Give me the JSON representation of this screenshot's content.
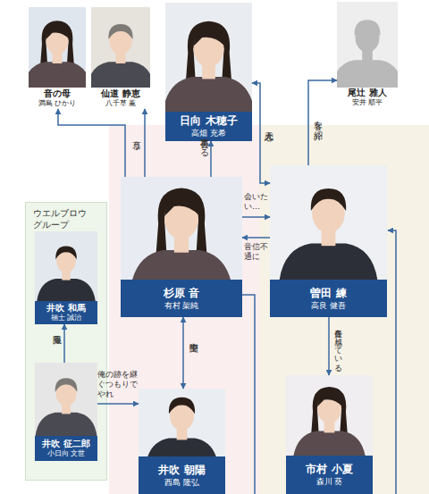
{
  "diagram": {
    "nodes": [
      {
        "text": [
          "音の母",
          "満島 ひかり"
        ]
      },
      {
        "text": [
          "仙道 静恵",
          "八千草 薫"
        ]
      },
      {
        "text": [
          "日向 木穂子",
          "高畑 充希"
        ]
      },
      {
        "text": [
          "尾辻 雅人",
          "安井 順平"
        ]
      },
      {
        "text": [
          "杉原 音",
          "有村 架純"
        ]
      },
      {
        "text": [
          "曽田 練",
          "高良 健吾"
        ]
      },
      {
        "text": [
          "ウエルブロウ グループ"
        ]
      },
      {
        "text": [
          "井吹 和馬",
          "福士 誠治"
        ],
        "in": 6
      },
      {
        "text": [
          "井吹 征二郎",
          "小日向 文世"
        ],
        "in": 6
      },
      {
        "text": [
          "井吹 朝陽",
          "西島 隆弘"
        ]
      },
      {
        "text": [
          "市村 小夏",
          "森川 葵"
        ]
      }
    ],
    "edges": [
      {
        "from": 4,
        "to": 0,
        "arrow": "to"
      },
      {
        "from": 4,
        "to": 1,
        "label": "慕う",
        "arrow": "to"
      },
      {
        "from": 4,
        "to": 2,
        "label": "再会する",
        "arrow": "to"
      },
      {
        "from": 2,
        "to": 5,
        "label": "元恋人",
        "arrow": "both"
      },
      {
        "from": 5,
        "to": 3,
        "label": "客を紹介",
        "arrow": "to"
      },
      {
        "from": 4,
        "to": 5,
        "label": "会いたい…",
        "arrow": "to"
      },
      {
        "from": 5,
        "to": 4,
        "label": "音信不通に",
        "arrow": "to"
      },
      {
        "from": 4,
        "to": 9,
        "label": "交際中",
        "arrow": "both"
      },
      {
        "from": 8,
        "to": 7,
        "label": "見限る",
        "arrow": "to"
      },
      {
        "from": 8,
        "to": 9,
        "label": "俺の跡を継ぐつもりでやれ",
        "arrow": "to"
      },
      {
        "from": 5,
        "to": 10,
        "label": "責任を感じている",
        "arrow": "to"
      }
    ]
  }
}
